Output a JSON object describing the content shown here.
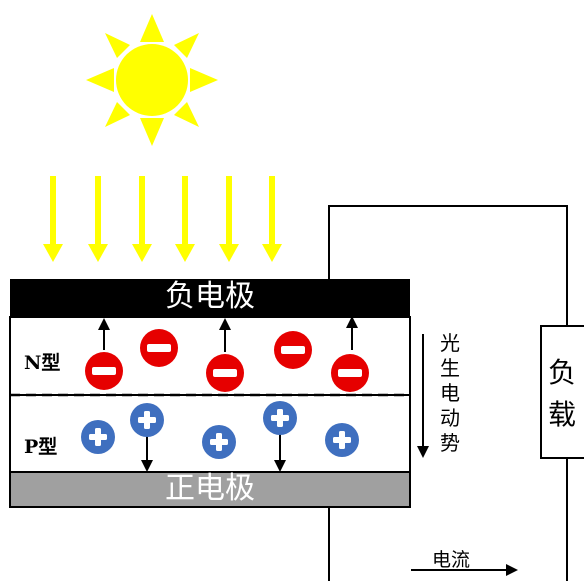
{
  "electrodes": {
    "negative": "负电极",
    "positive": "正电极"
  },
  "layers": {
    "n_type": "N型",
    "p_type": "P型"
  },
  "emf_label": "光生电动势",
  "load_label": "负载",
  "current_label": "电流",
  "colors": {
    "sun": "#ffff00",
    "sun_rays": "#ffff00",
    "light_arrows": "#ffff00",
    "negative_electrode": "#000000",
    "positive_electrode": "#a0a0a0",
    "electron": "#e60000",
    "hole": "#3f6fbf"
  }
}
